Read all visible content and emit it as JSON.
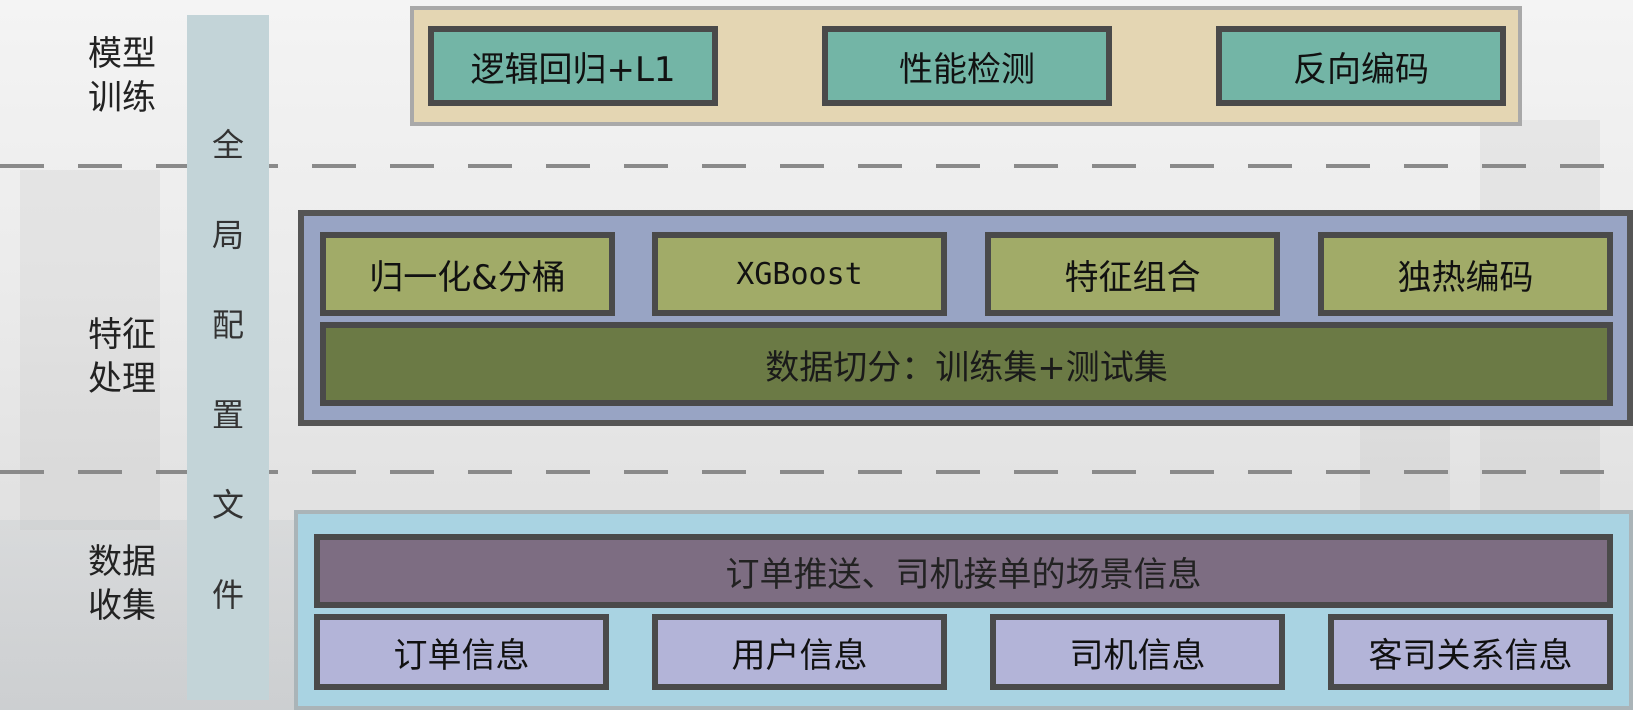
{
  "stages": {
    "model_training": "模型\n训练",
    "feature_processing": "特征\n处理",
    "data_collection": "数据\n收集"
  },
  "global_config": [
    "全",
    "局",
    "配",
    "置",
    "文",
    "件"
  ],
  "model_training": {
    "boxes": [
      "逻辑回归+L1",
      "性能检测",
      "反向编码"
    ]
  },
  "feature_processing": {
    "boxes": [
      "归一化&分桶",
      "XGBoost",
      "特征组合",
      "独热编码"
    ],
    "split": "数据切分：训练集+测试集"
  },
  "data_collection": {
    "scene": "订单推送、司机接单的场景信息",
    "boxes": [
      "订单信息",
      "用户信息",
      "司机信息",
      "客司关系信息"
    ]
  },
  "colors": {
    "model_panel_bg": "#e4d6b3",
    "model_box_bg": "#73b5a6",
    "feature_panel_bg": "#98a4c4",
    "feature_box_bg": "#a1ab68",
    "split_box_bg": "#6b7a45",
    "data_panel_bg": "#a9d3e2",
    "scene_box_bg": "#7d6d82",
    "data_box_bg": "#b3b4d8"
  }
}
